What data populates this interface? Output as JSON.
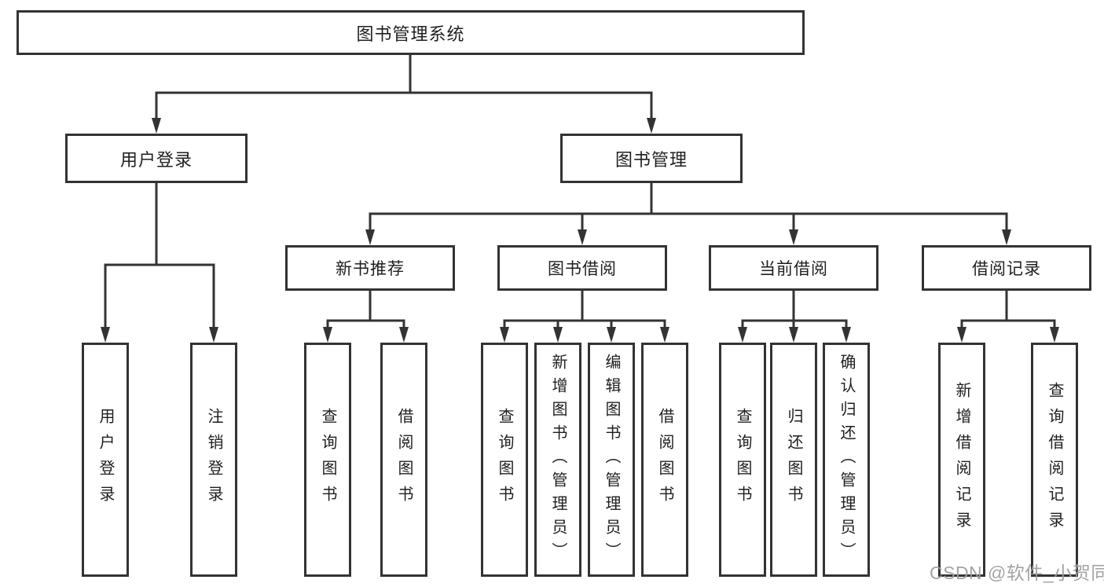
{
  "colors": {
    "line": "#333333",
    "text": "#1f1f1f",
    "watermark": "#9e9e9e",
    "background": "#ffffff"
  },
  "tree": {
    "root": {
      "label": "图书管理系统"
    },
    "children": [
      {
        "label": "用户登录",
        "children": [
          {
            "label": "用户登录"
          },
          {
            "label": "注销登录"
          }
        ]
      },
      {
        "label": "图书管理",
        "children": [
          {
            "label": "新书推荐",
            "children": [
              {
                "label": "查询图书"
              },
              {
                "label": "借阅图书"
              }
            ]
          },
          {
            "label": "图书借阅",
            "children": [
              {
                "label": "查询图书"
              },
              {
                "label": "新增图书（管理员）"
              },
              {
                "label": "编辑图书（管理员）"
              },
              {
                "label": "借阅图书"
              }
            ]
          },
          {
            "label": "当前借阅",
            "children": [
              {
                "label": "查询图书"
              },
              {
                "label": "归还图书"
              },
              {
                "label": "确认归还（管理员）"
              }
            ]
          },
          {
            "label": "借阅记录",
            "children": [
              {
                "label": "新增借阅记录"
              },
              {
                "label": "查询借阅记录"
              }
            ]
          }
        ]
      }
    ]
  },
  "watermark": {
    "text": "CSDN @软件_小贺同学"
  }
}
